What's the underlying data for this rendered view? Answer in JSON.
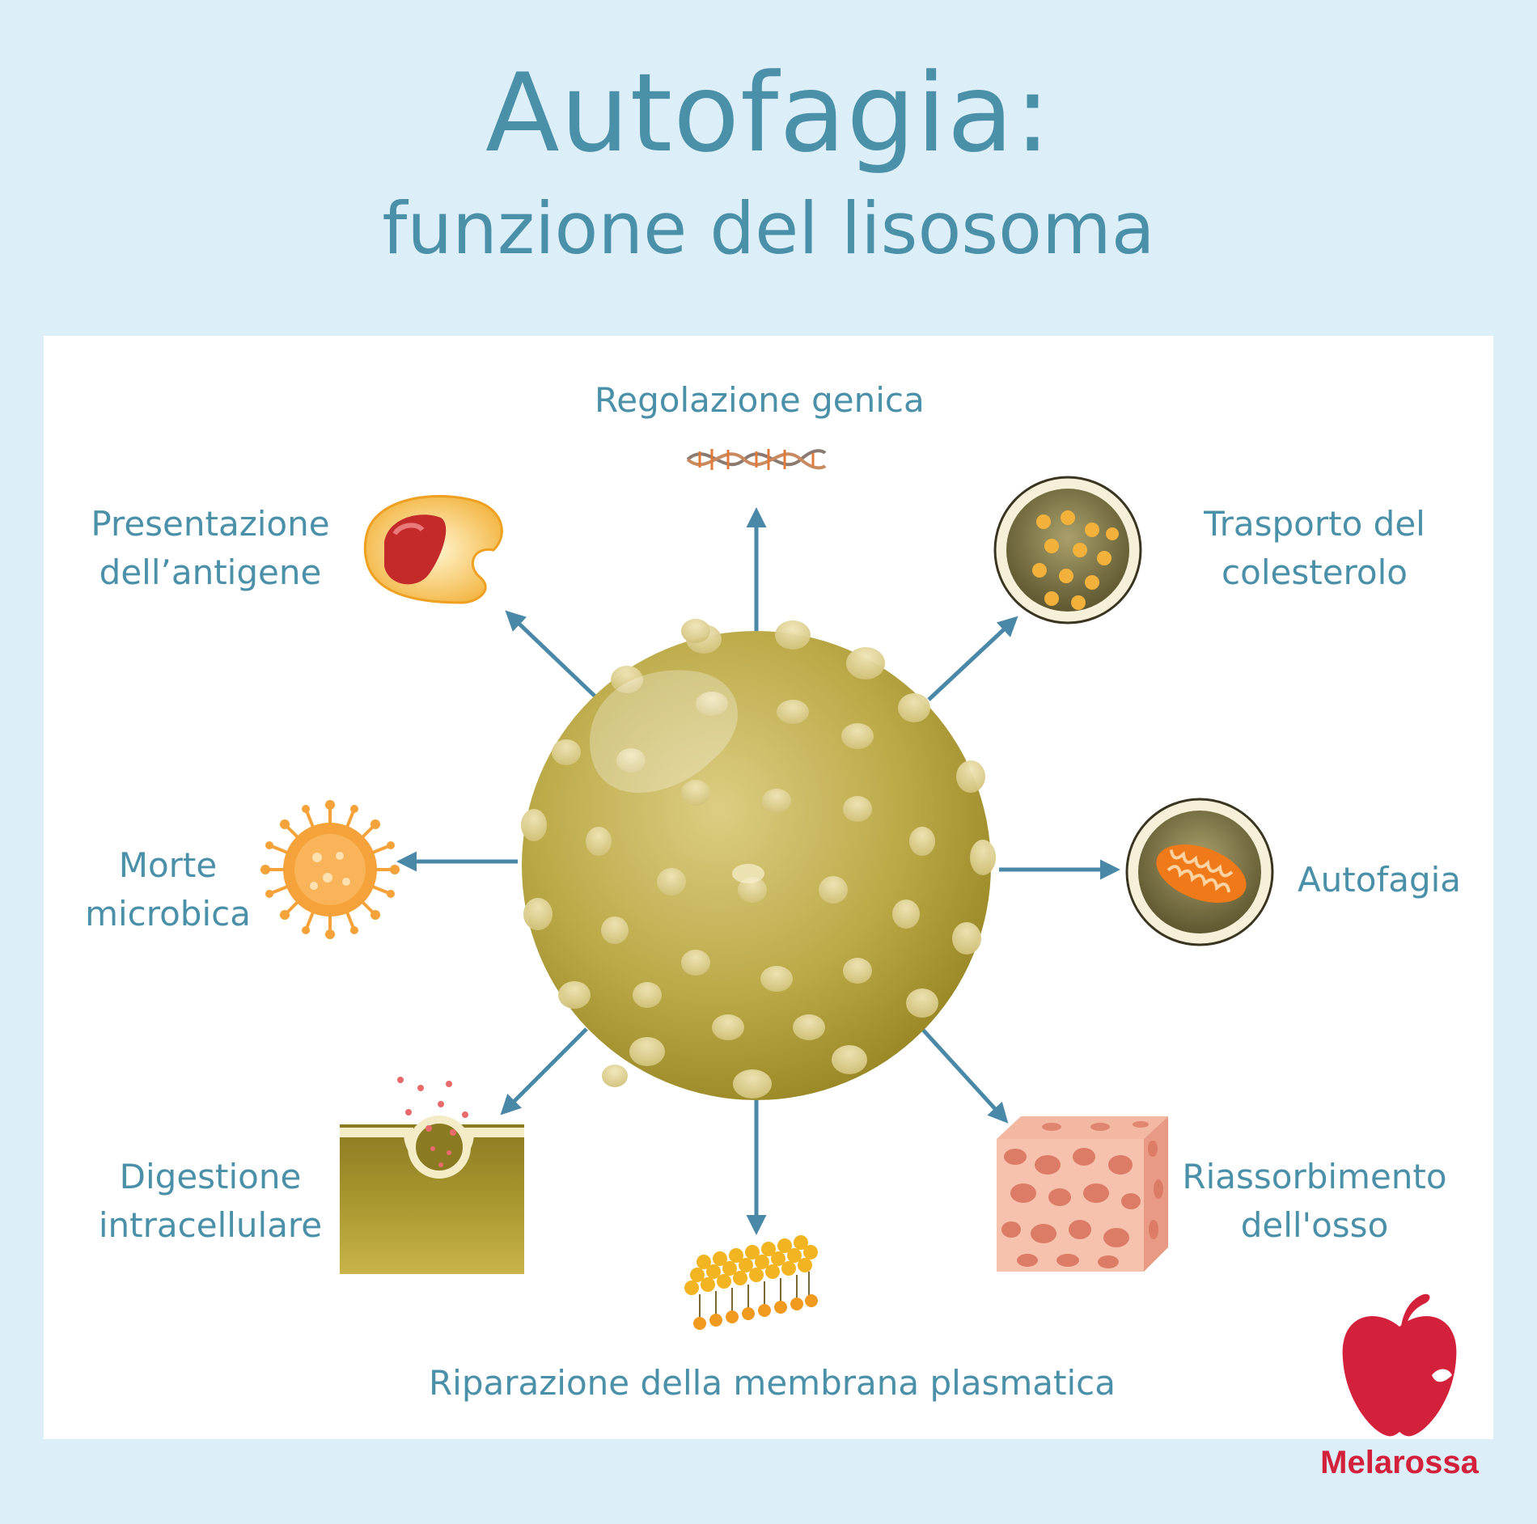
{
  "title": {
    "main": "Autofagia:",
    "sub": "funzione del lisosoma"
  },
  "functions": {
    "top": "Regolazione genica",
    "top_left": [
      "Presentazione",
      "dell’antigene"
    ],
    "top_right": [
      "Trasporto del",
      "colesterolo"
    ],
    "left": [
      "Morte",
      "microbica"
    ],
    "right": "Autofagia",
    "bottom_left": [
      "Digestione",
      "intracellulare"
    ],
    "bottom_right": [
      "Riassorbimento",
      "dell'osso"
    ],
    "bottom": "Riparazione della membrana plasmatica"
  },
  "icons": {
    "center": "lysosome-icon",
    "top": "dna-icon",
    "top_left": "antigen-presenting-cell-icon",
    "top_right": "cholesterol-vesicle-icon",
    "left": "microbe-icon",
    "right": "mitochondrion-vesicle-icon",
    "bottom_left": "endocytosis-icon",
    "bottom_right": "bone-tissue-icon",
    "bottom": "lipid-bilayer-icon"
  },
  "logo": {
    "name": "Melarossa",
    "color": "#d4213b"
  },
  "colors": {
    "text": "#4a90a8",
    "arrow": "#4a88a8",
    "background": "#dceef8",
    "lysosome": "#b8a640"
  }
}
